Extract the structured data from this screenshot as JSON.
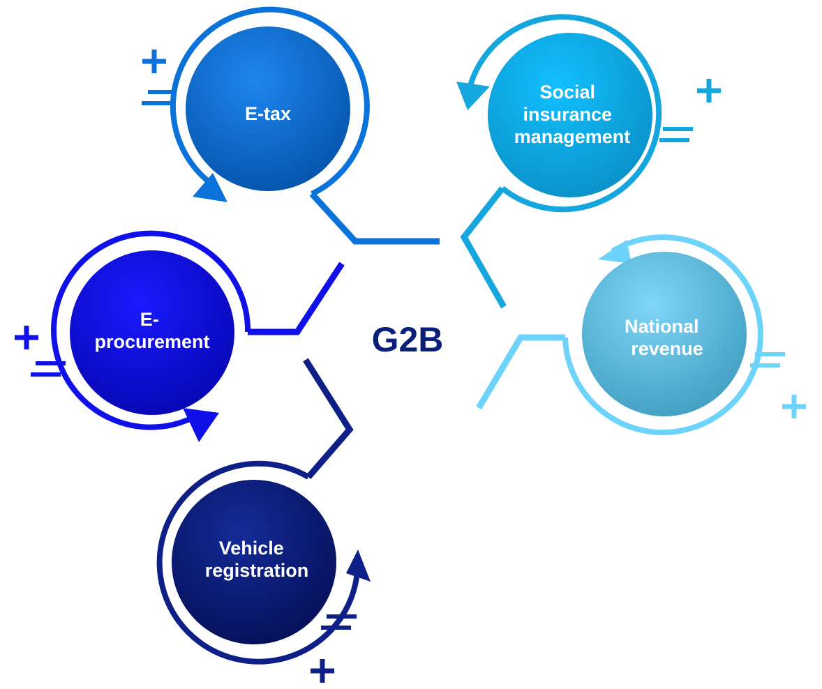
{
  "center": {
    "label": "G2B",
    "color": "#0a1f7a"
  },
  "nodes": [
    {
      "id": "etax",
      "lines": [
        "E-tax"
      ],
      "color": "#0a72d8",
      "light": "#2b8ff0",
      "dark": "#0656b0"
    },
    {
      "id": "social",
      "lines": [
        "Social",
        "insurance",
        "management"
      ],
      "color": "#15a6de",
      "light": "#30c4f6",
      "dark": "#0a93cc"
    },
    {
      "id": "eproc",
      "lines": [
        "E-",
        "procurement"
      ],
      "color": "#1010e8",
      "light": "#2a2aff",
      "dark": "#0808b8"
    },
    {
      "id": "natrev",
      "lines": [
        "National",
        "revenue"
      ],
      "color": "#6dd3fa",
      "light": "#8ee0ff",
      "dark": "#45aacd"
    },
    {
      "id": "vehicle",
      "lines": [
        "Vehicle",
        "registration"
      ],
      "color": "#0e1f88",
      "light": "#1f3bb0",
      "dark": "#06125e"
    }
  ]
}
